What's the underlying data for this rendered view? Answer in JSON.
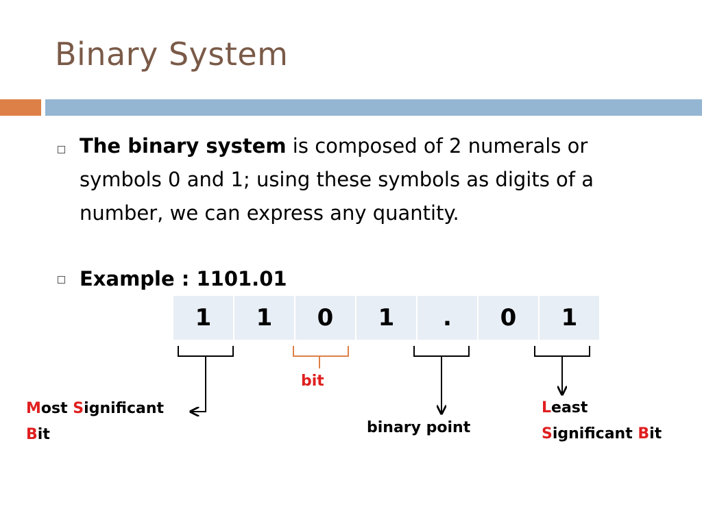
{
  "title": "Binary System",
  "colors": {
    "title": "#7a5a48",
    "accent_left": "#dd8047",
    "accent_right": "#94b6d2",
    "highlight": "#e01f1f",
    "cell_bg": "#e8eef5",
    "bit_bracket": "#dd8047"
  },
  "bullets": [
    {
      "bold": "The binary system",
      "text": " is composed of 2 numerals or symbols 0 and 1; using these symbols as digits of a number, we can express any quantity."
    },
    {
      "bold": "Example :  1101.01",
      "text": ""
    }
  ],
  "digits": [
    "1",
    "1",
    "0",
    "1",
    ".",
    "0",
    "1"
  ],
  "labels": {
    "bit": "bit",
    "binary_point": "binary point",
    "msb": {
      "m": "M",
      "ost": "ost ",
      "s": "S",
      "ignificant": "ignificant",
      "b": "B",
      "it": "it"
    },
    "lsb": {
      "l": "L",
      "east": "east",
      "s": "S",
      "ignificant": "ignificant ",
      "b": "B",
      "it": "it"
    }
  }
}
